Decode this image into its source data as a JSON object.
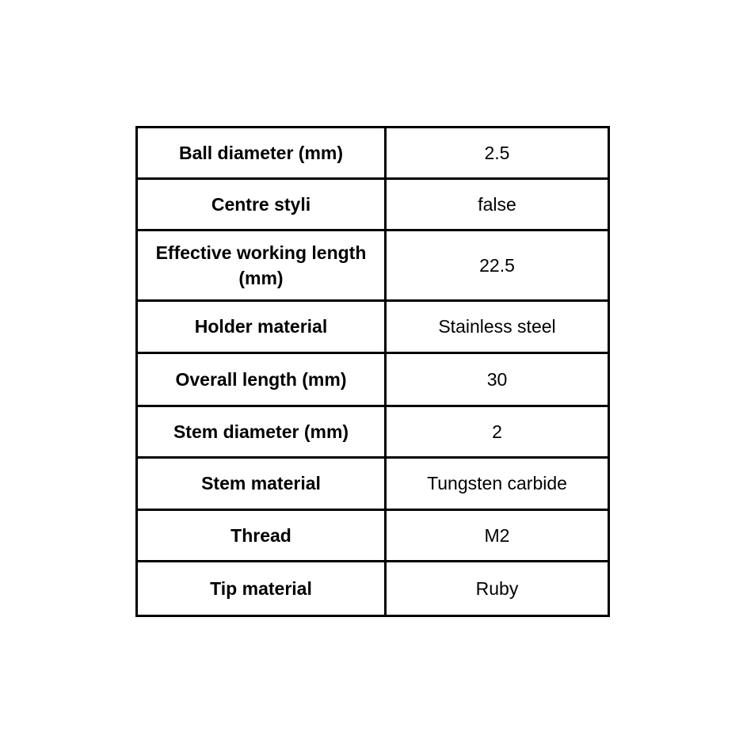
{
  "spec_table": {
    "rows": [
      {
        "label": "Ball diameter (mm)",
        "value": "2.5"
      },
      {
        "label": "Centre styli",
        "value": "false"
      },
      {
        "label": "Effective working length (mm)",
        "value": "22.5"
      },
      {
        "label": "Holder material",
        "value": "Stainless steel"
      },
      {
        "label": "Overall length (mm)",
        "value": "30"
      },
      {
        "label": "Stem diameter (mm)",
        "value": "2"
      },
      {
        "label": "Stem material",
        "value": "Tungsten carbide"
      },
      {
        "label": "Thread",
        "value": "M2"
      },
      {
        "label": "Tip material",
        "value": "Ruby"
      }
    ]
  }
}
